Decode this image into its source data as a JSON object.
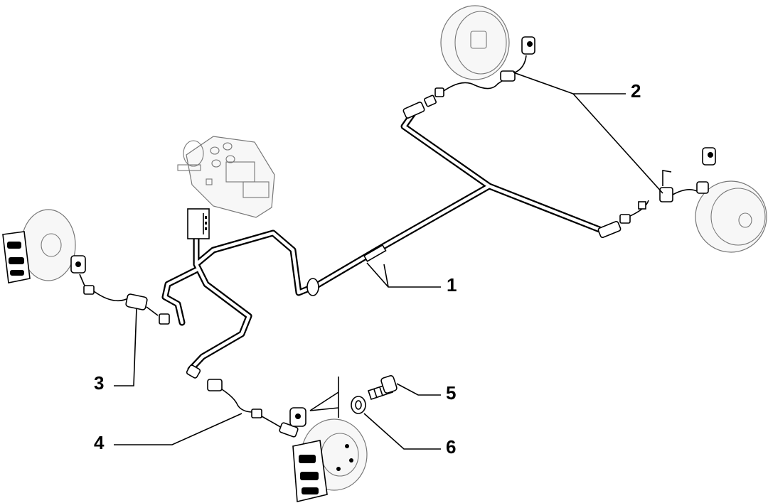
{
  "callouts": [
    {
      "id": "1",
      "label": "1"
    },
    {
      "id": "2",
      "label": "2"
    },
    {
      "id": "3",
      "label": "3"
    },
    {
      "id": "4",
      "label": "4"
    },
    {
      "id": "5",
      "label": "5"
    },
    {
      "id": "6",
      "label": "6"
    }
  ],
  "colors": {
    "line": "#000000",
    "ghost": "#777777",
    "background": "#ffffff"
  }
}
